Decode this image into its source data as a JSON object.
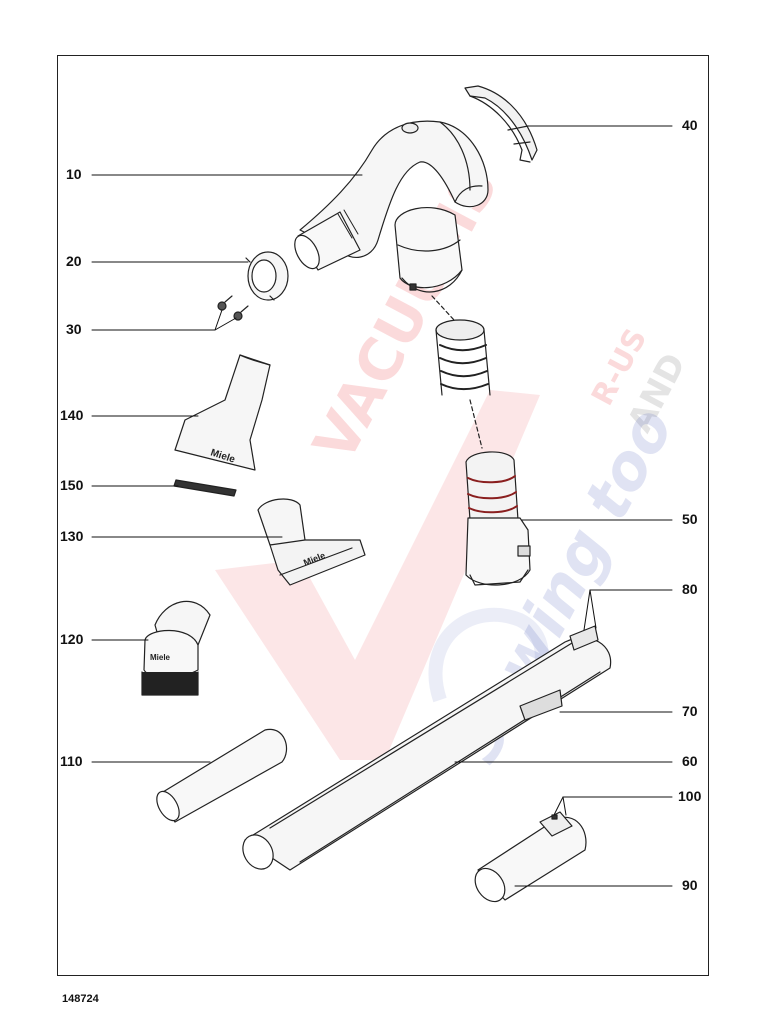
{
  "diagram": {
    "doc_number": "148724",
    "callouts": {
      "c10": "10",
      "c20": "20",
      "c30": "30",
      "c40": "40",
      "c50": "50",
      "c60": "60",
      "c70": "70",
      "c80": "80",
      "c90": "90",
      "c100": "100",
      "c110": "110",
      "c120": "120",
      "c130": "130",
      "c140": "140",
      "c150": "150"
    },
    "part_markings": {
      "brand": "Miele"
    }
  },
  "watermark": {
    "line1": "VACUUMS",
    "line2": "R-US",
    "line3": "AND",
    "line4": "Sewing too",
    "colors": {
      "red": "#e8323a",
      "blue": "#3c50b4"
    }
  }
}
